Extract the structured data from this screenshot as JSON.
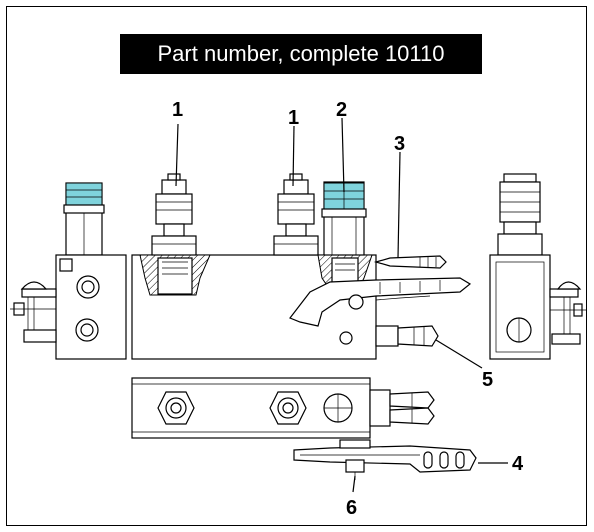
{
  "title": "Part number, complete 10110",
  "callouts": {
    "c1a": "1",
    "c1b": "1",
    "c2": "2",
    "c3": "3",
    "c4": "4",
    "c5": "5",
    "c6": "6"
  },
  "colors": {
    "coupling_band": "#7fd3dc",
    "title_background": "#000000",
    "title_text": "#ffffff"
  }
}
